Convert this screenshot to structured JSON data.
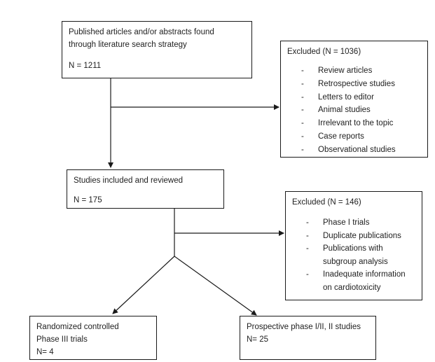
{
  "box_search": {
    "line1": "Published articles and/or abstracts found",
    "line2": "through literature search strategy",
    "count": "N = 1211"
  },
  "box_excluded1": {
    "title": "Excluded (N = 1036)",
    "items": [
      "Review articles",
      "Retrospective studies",
      "Letters to editor",
      "Animal studies",
      "Irrelevant to the topic",
      "Case reports",
      "Observational studies"
    ]
  },
  "box_included": {
    "line1": "Studies included and reviewed",
    "count": "N = 175"
  },
  "box_excluded2": {
    "title": "Excluded (N = 146)",
    "items": [
      {
        "line1": "Phase I trials",
        "line2": ""
      },
      {
        "line1": "Duplicate publications",
        "line2": ""
      },
      {
        "line1": "Publications with",
        "line2": "subgroup analysis"
      },
      {
        "line1": "Inadequate information",
        "line2": "on cardiotoxicity"
      }
    ]
  },
  "box_rct": {
    "line1": "Randomized controlled",
    "line2": "Phase III trials",
    "count": "N= 4"
  },
  "box_prospective": {
    "line1": "Prospective phase I/II, II studies",
    "count": "N= 25"
  },
  "dash": "-"
}
